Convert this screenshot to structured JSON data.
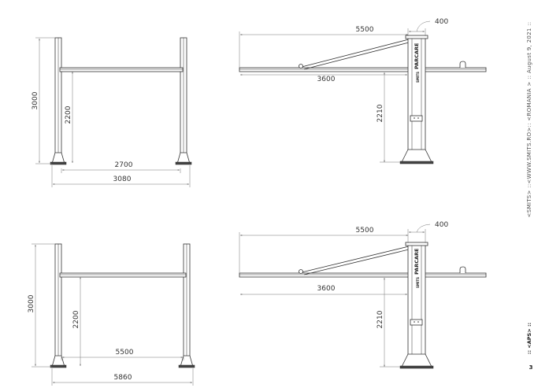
{
  "views": {
    "front_top": {
      "height": "3000",
      "bar_height": "2200",
      "inner_width": "2700",
      "outer_width": "3080"
    },
    "front_bottom": {
      "height": "3000",
      "bar_height": "2200",
      "inner_width": "5500",
      "outer_width": "5860"
    },
    "side_top": {
      "length": "5500",
      "post": "400",
      "arm": "3600",
      "bar_height": "2210",
      "brand": "PARCARE",
      "brand_small": "SMITS"
    },
    "side_bottom": {
      "length": "5500",
      "post": "400",
      "arm": "3600",
      "bar_height": "2210",
      "brand": "PARCARE",
      "brand_small": "SMITS"
    }
  },
  "sidebar": {
    "info": "<SMITS> ::<WWW.SMITS.RO>:: <ROMANIA > :: August 9, 2021 ::",
    "product": ":: <APS> ::",
    "page": "3"
  }
}
